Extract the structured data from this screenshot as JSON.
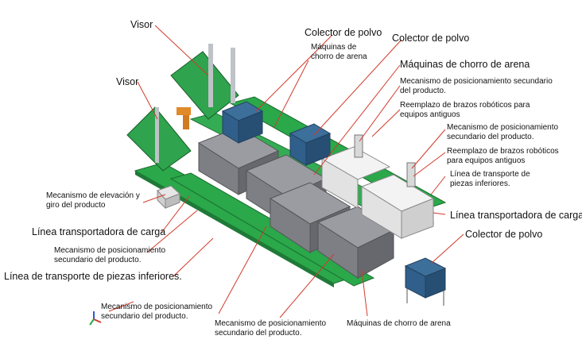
{
  "labels": {
    "visor_top": "Visor",
    "visor_left": "Visor",
    "collector_1": "Colector de polvo",
    "blasting_1": "Máquinas de\nchorro de arena",
    "collector_2": "Colector de polvo",
    "blasting_2": "Máquinas de chorro de arena",
    "secondary_pos_1": "Mecanismo de posicionamiento secundario\ndel producto.",
    "robot_replace_1": "Reemplazo de brazos robóticos para\nequipos antiguos",
    "secondary_pos_2": "Mecanismo de posicionamiento\nsecundario del producto.",
    "robot_replace_2": "Reemplazo de brazos robóticos\npara equipos antiguos",
    "lower_transport_right": "Línea de transporte de\npiezas inferiores.",
    "loading_line_right": "Línea transportadora de carga",
    "collector_3": "Colector de polvo",
    "lift_mechanism": "Mecanismo de elevación y\ngiro del producto",
    "loading_line_left": "Línea transportadora de carga",
    "secondary_pos_left": "Mecanismo de posicionamiento\nsecundario del producto.",
    "lower_transport_left": "Línea de transporte de piezas inferiores.",
    "secondary_pos_bottom_left": "Mecanismo de posicionamiento\nsecundario del producto.",
    "secondary_pos_bottom_mid": "Mecanismo de posicionamiento\nsecundario del producto.",
    "blasting_bottom": "Máquinas de chorro de arena"
  },
  "colors": {
    "conveyor_green": "#2aa84a",
    "machine_gray": "#7d7f85",
    "leader_red": "#d23a2a",
    "collector_blue": "#2f5f8a"
  }
}
